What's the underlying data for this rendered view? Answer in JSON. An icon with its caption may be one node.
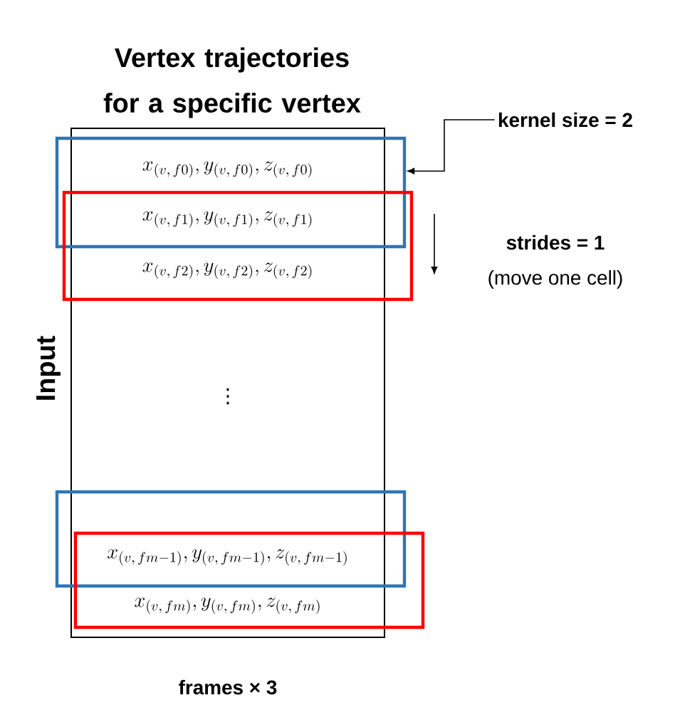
{
  "diagram": {
    "title": "Vertex trajectories for a specific vertex",
    "nodes": [
      {
        "text": [],
        "shape": "box",
        "beside": [
          "Input"
        ]
      },
      {
        "text": [],
        "shape": "box"
      },
      {
        "text": [],
        "shape": "box"
      },
      {
        "text": [],
        "shape": "box"
      },
      {
        "text": [],
        "shape": "box"
      },
      {
        "text": [
          "kernel size = 2"
        ]
      }
    ],
    "edges": [
      {
        "from": 5,
        "to": 1,
        "arrow": "to"
      }
    ],
    "labels": [
      "x_{(v,\\, f0)}, y_{(v,\\, f0)}, z_{(v,\\, f0)}",
      "x_{(v,\\, f1)}, y_{(v,\\, f1)}, z_{(v,\\, f1)}",
      "x_{(v,\\, f2)}, y_{(v,\\, f2)}, z_{(v,\\, f2)}",
      "strides = 1",
      "(move one cell)",
      "⋮",
      "x_{(v,\\, fm-1)}, y_{(v,\\, fm-1)}, z_{(v,\\, fm-1)}",
      "x_{(v,\\, fm)}, y_{(v,\\, fm)}, z_{(v,\\, fm)}",
      "frames × 3"
    ]
  }
}
